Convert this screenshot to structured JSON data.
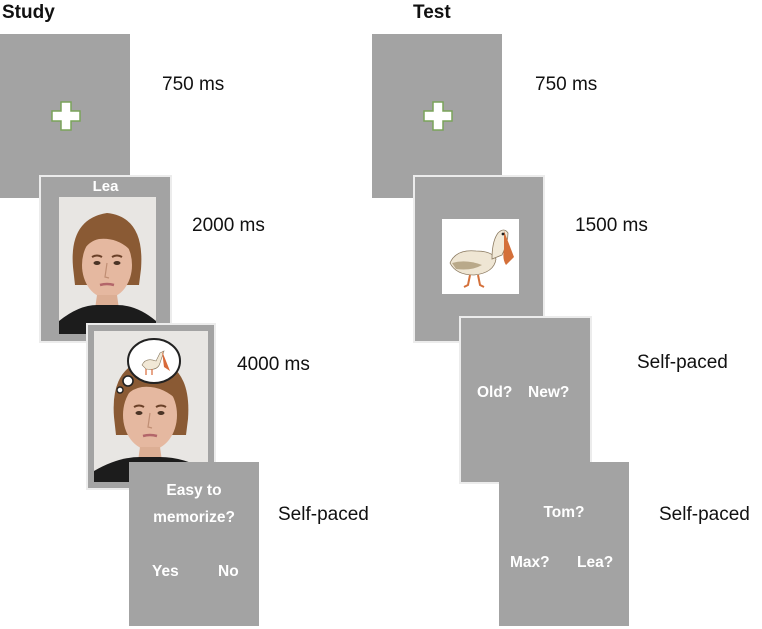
{
  "panels": {
    "study": {
      "title": "Study",
      "durations": [
        "750 ms",
        "2000 ms",
        "4000 ms",
        "Self-paced"
      ],
      "name_label": "Lea",
      "question_line1": "Easy to",
      "question_line2": "memorize?",
      "yes_label": "Yes",
      "no_label": "No"
    },
    "test": {
      "title": "Test",
      "durations": [
        "750 ms",
        "1500 ms",
        "Self-paced",
        "Self-paced"
      ],
      "old_label": "Old?",
      "new_label": "New?",
      "name_opt1": "Tom?",
      "name_opt2": "Max?",
      "name_opt3": "Lea?"
    }
  },
  "colors": {
    "screen_gray": "#a3a3a3",
    "screen_border": "#ececec",
    "fixation_cross_fill": "#ffffff",
    "fixation_cross_outline": "#7aa35a"
  },
  "icons": [
    "fixation-cross-icon",
    "face-photo",
    "pelican-image",
    "thought-bubble-icon"
  ]
}
